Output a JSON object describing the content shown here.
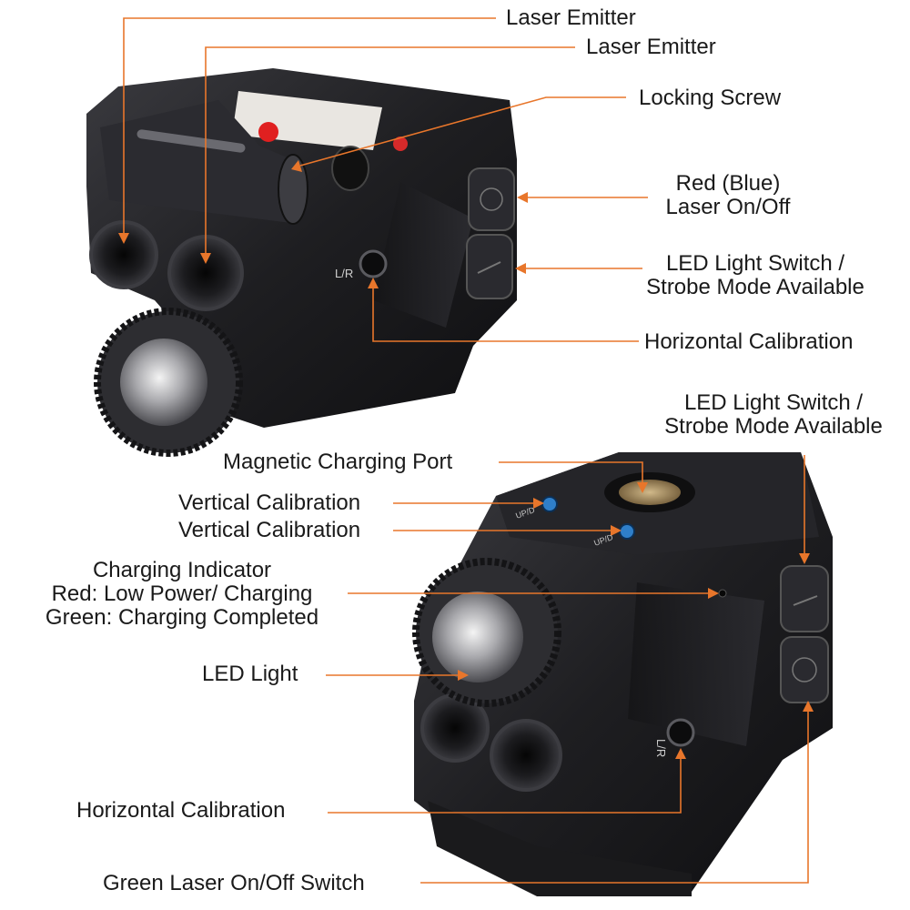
{
  "colors": {
    "leader": "#e8762b",
    "body_dark": "#1b1b1d",
    "body_mid": "#2c2c30",
    "body_light": "#4a4a50",
    "calibration_port": "#2f7fc9",
    "charging_port": "#b59a67"
  },
  "icons": [
    "laser-icon",
    "led-switch-icon",
    "flashlight-lens-icon"
  ],
  "device_markings": {
    "top_view": "L/R",
    "bottom_view": "L/R",
    "up_dn_1": "UP/D",
    "up_dn_2": "UP/D"
  },
  "labels": {
    "laser_emitter_1": "Laser Emitter",
    "laser_emitter_2": "Laser Emitter",
    "locking_screw": "Locking Screw",
    "red_blue_laser_line1": "Red (Blue)",
    "red_blue_laser_line2": "Laser On/Off",
    "led_switch_top_line1": "LED Light Switch /",
    "led_switch_top_line2": "Strobe Mode Available",
    "horizontal_calibration_top": "Horizontal Calibration",
    "led_switch_bottom_line1": "LED Light Switch /",
    "led_switch_bottom_line2": "Strobe Mode Available",
    "magnetic_charging_port": "Magnetic Charging Port",
    "vertical_calibration_1": "Vertical Calibration",
    "vertical_calibration_2": "Vertical Calibration",
    "charging_indicator_line1": "Charging Indicator",
    "charging_indicator_line2": "Red: Low Power/ Charging",
    "charging_indicator_line3": "Green: Charging Completed",
    "led_light": "LED Light",
    "horizontal_calibration_bottom": "Horizontal Calibration",
    "green_laser_switch": "Green Laser On/Off Switch"
  }
}
